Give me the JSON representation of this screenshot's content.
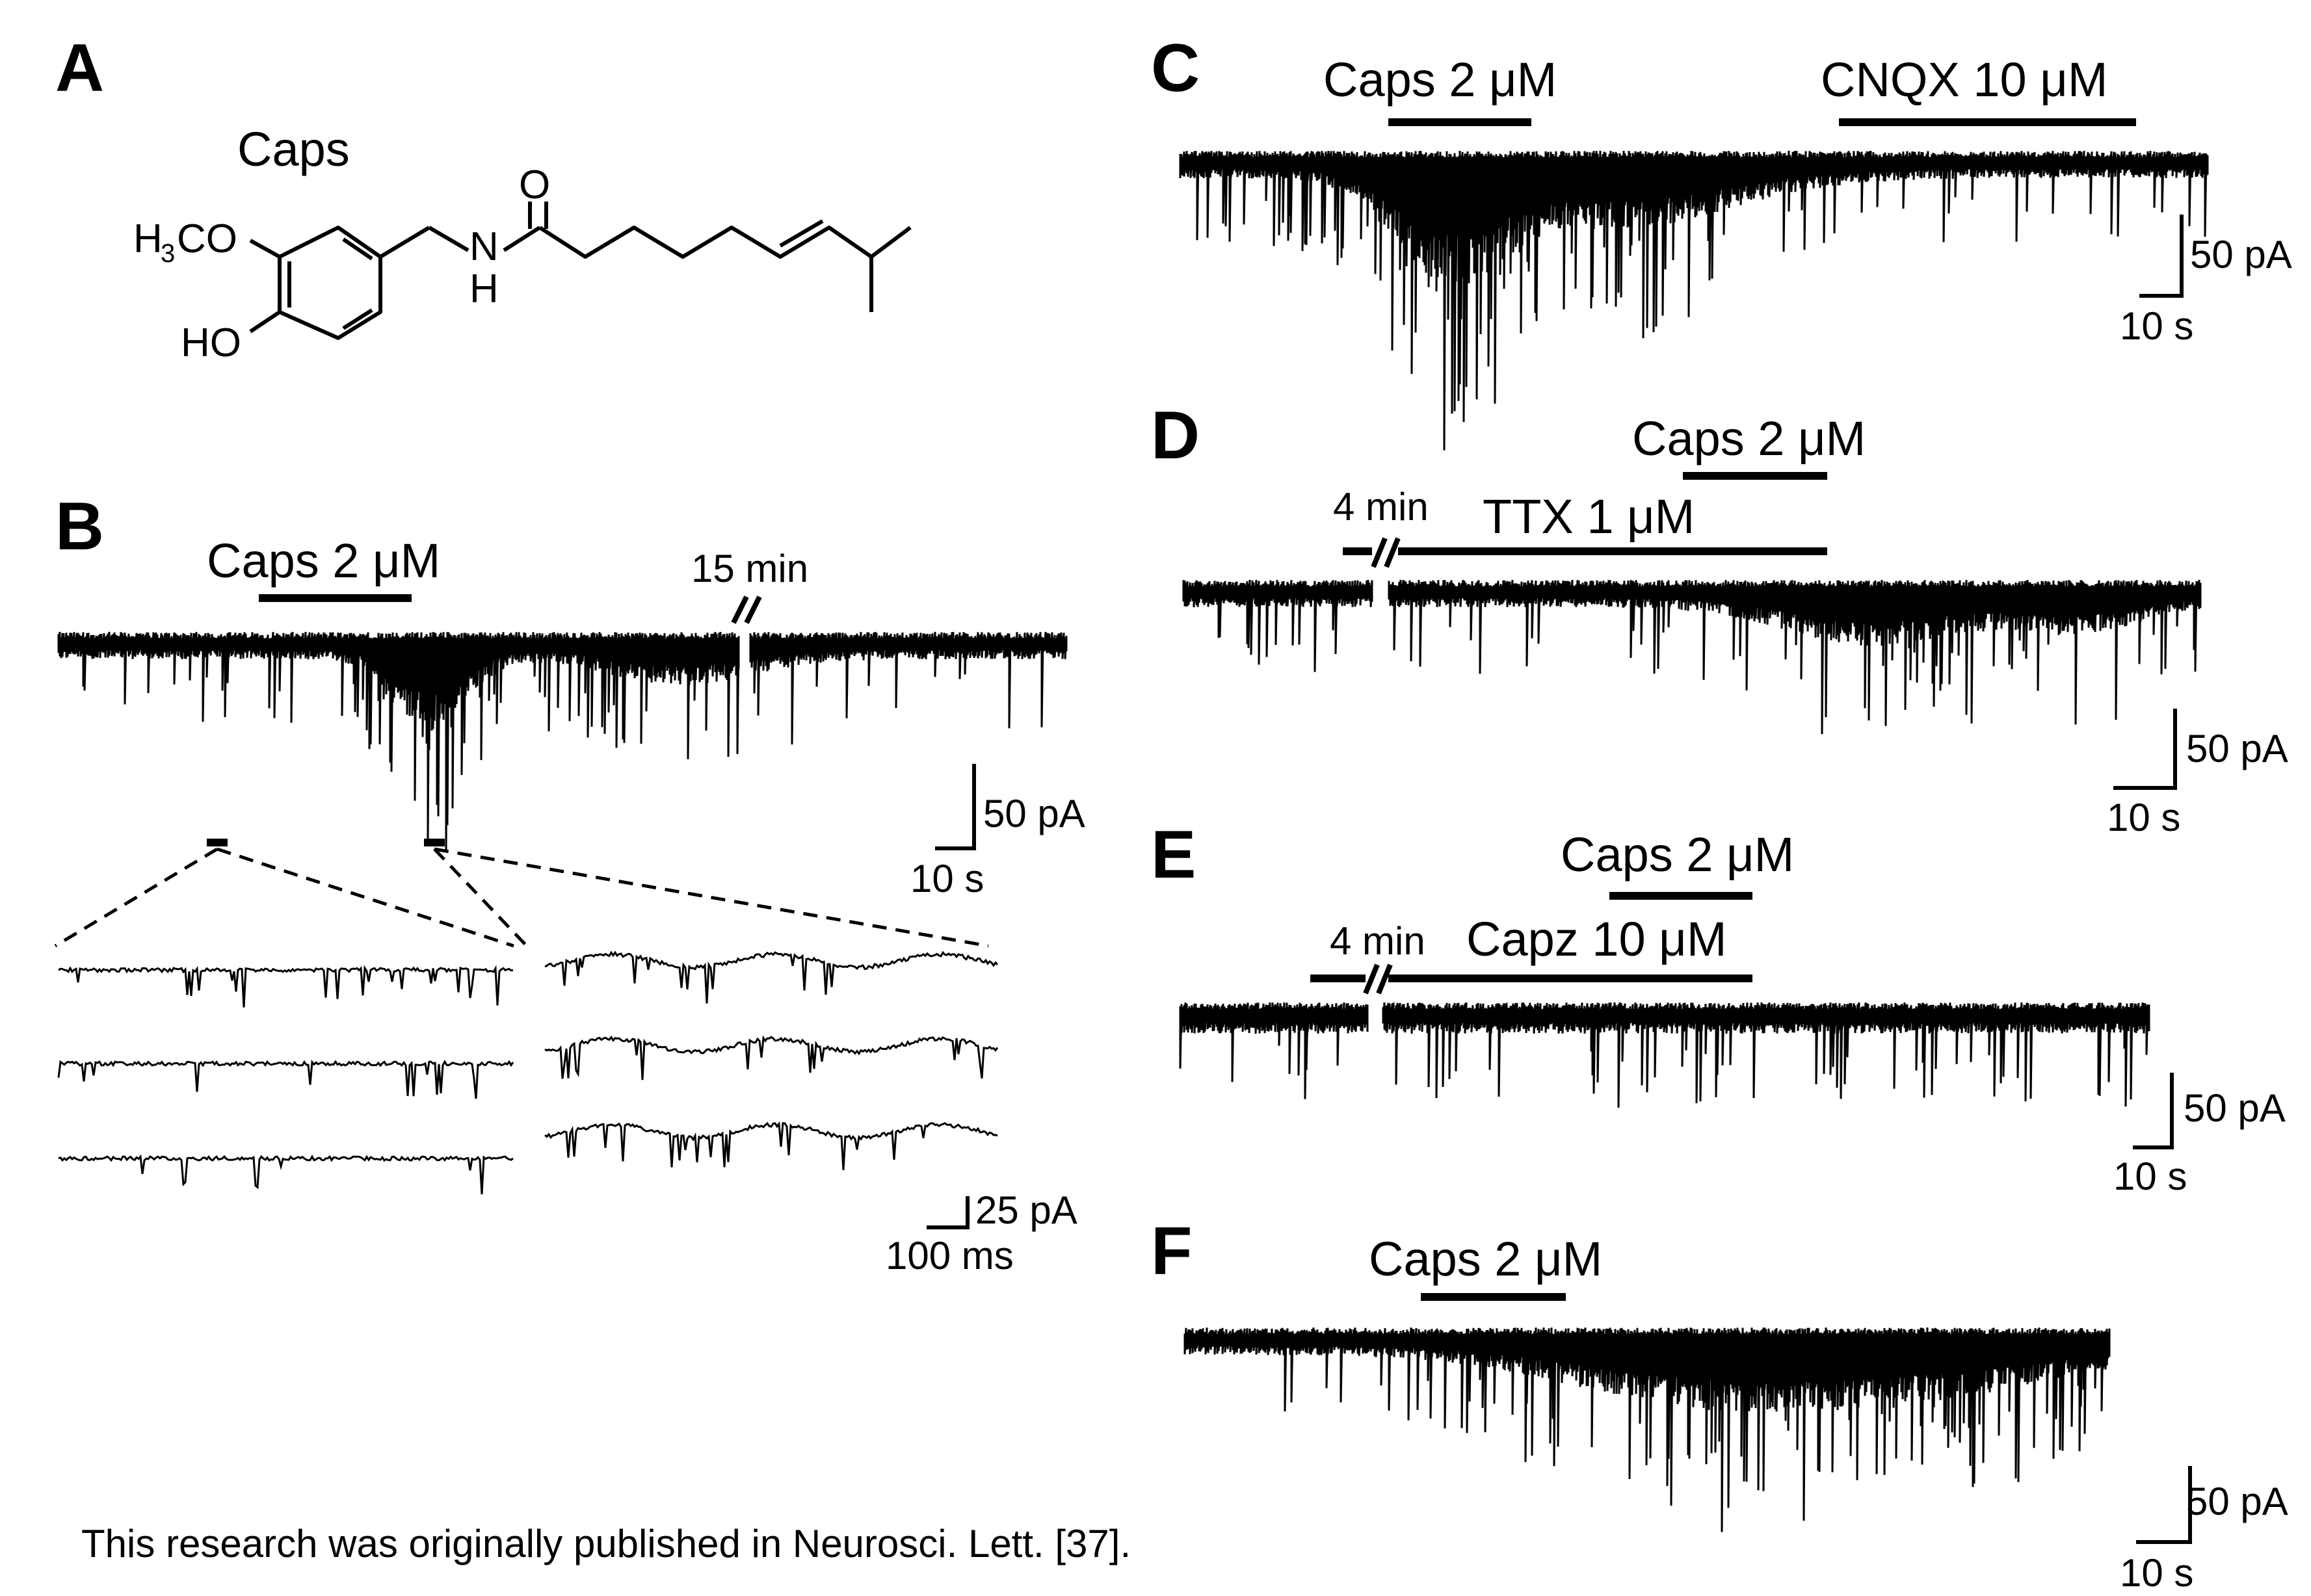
{
  "panels": {
    "A": {
      "label": "A",
      "compound": "Caps",
      "groups": {
        "methoxy_h": "H",
        "methoxy_sub": "3",
        "methoxy_rest": "CO",
        "hydroxy": "HO",
        "amide_n": "N",
        "amide_h": "H",
        "carbonyl_o": "O"
      }
    },
    "B": {
      "label": "B",
      "drug": "Caps 2 μM",
      "break_label": "15 min",
      "scale_current": "50 pA",
      "scale_time": "10 s",
      "inset_scale_current": "25 pA",
      "inset_scale_time": "100 ms"
    },
    "C": {
      "label": "C",
      "drug1": "Caps 2 μM",
      "drug2": "CNQX 10 μM",
      "scale_current": "50 pA",
      "scale_time": "10 s"
    },
    "D": {
      "label": "D",
      "drug1": "Caps 2 μM",
      "break_label": "4 min",
      "drug2": "TTX 1 μM",
      "scale_current": "50 pA",
      "scale_time": "10 s"
    },
    "E": {
      "label": "E",
      "drug1": "Caps 2 μM",
      "break_label": "4 min",
      "drug2": "Capz 10 μM",
      "scale_current": "50 pA",
      "scale_time": "10 s"
    },
    "F": {
      "label": "F",
      "drug1": "Caps 2 μM",
      "scale_current": "50 pA",
      "scale_time": "10 s"
    }
  },
  "caption": "This research was originally published in Neurosci. Lett. [37]."
}
